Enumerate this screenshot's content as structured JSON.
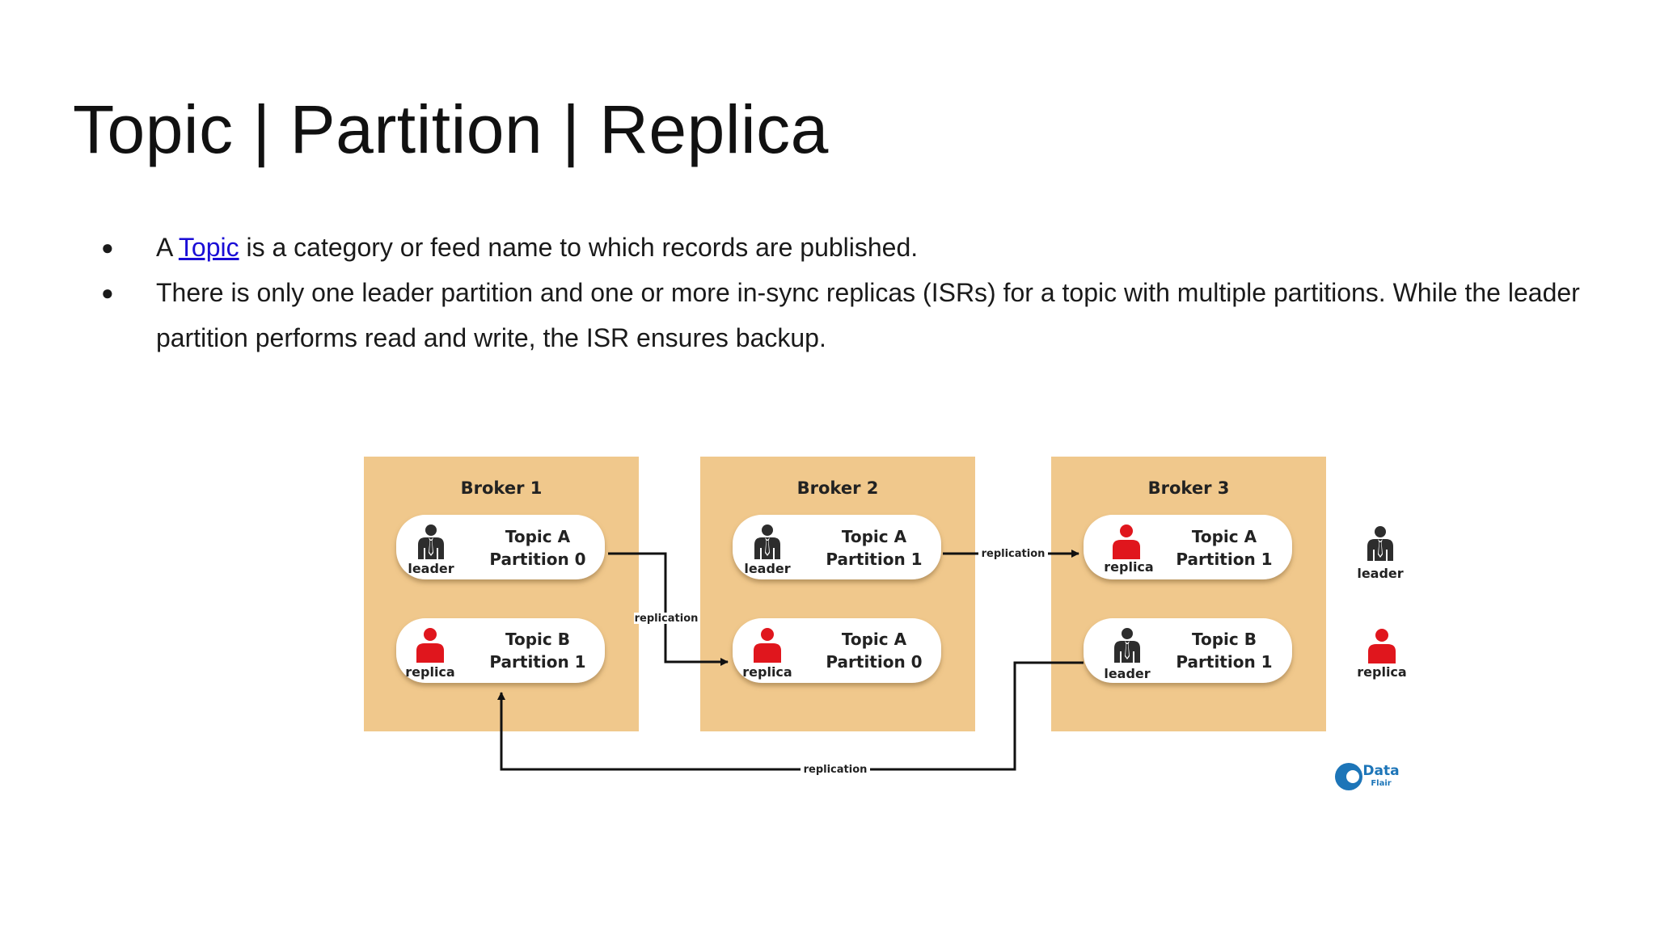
{
  "slide": {
    "title": "Topic | Partition | Replica",
    "bullets": [
      {
        "prefix": "A ",
        "link": "Topic",
        "suffix": " is a category or feed name to which records are published."
      },
      {
        "text": "There is only one leader partition and one or more in-sync replicas (ISRs) for a topic with multiple partitions. While the leader partition performs read and write, the ISR ensures backup."
      }
    ],
    "bullet_glyph": "●"
  },
  "diagram": {
    "colors": {
      "broker_fill": "#f0c88c",
      "leader_icon": "#2d2d2d",
      "replica_icon": "#e0161d",
      "pill_fill": "#ffffff",
      "arrow": "#111111"
    },
    "brokers": [
      {
        "name": "Broker 1",
        "partitions": [
          {
            "role": "leader",
            "role_label": "leader",
            "topic": "Topic A",
            "partition": "Partition 0"
          },
          {
            "role": "replica",
            "role_label": "replica",
            "topic": "Topic B",
            "partition": "Partition 1"
          }
        ]
      },
      {
        "name": "Broker 2",
        "partitions": [
          {
            "role": "leader",
            "role_label": "leader",
            "topic": "Topic A",
            "partition": "Partition 1"
          },
          {
            "role": "replica",
            "role_label": "replica",
            "topic": "Topic A",
            "partition": "Partition 0"
          }
        ]
      },
      {
        "name": "Broker 3",
        "partitions": [
          {
            "role": "replica",
            "role_label": "replica",
            "topic": "Topic A",
            "partition": "Partition 1"
          },
          {
            "role": "leader",
            "role_label": "leader",
            "topic": "Topic B",
            "partition": "Partition 1"
          }
        ]
      }
    ],
    "replication_label": "replication",
    "legend": [
      {
        "role": "leader",
        "label": "leader"
      },
      {
        "role": "replica",
        "label": "replica"
      }
    ],
    "logo": {
      "line1": "Data",
      "line2": "Flair"
    }
  }
}
